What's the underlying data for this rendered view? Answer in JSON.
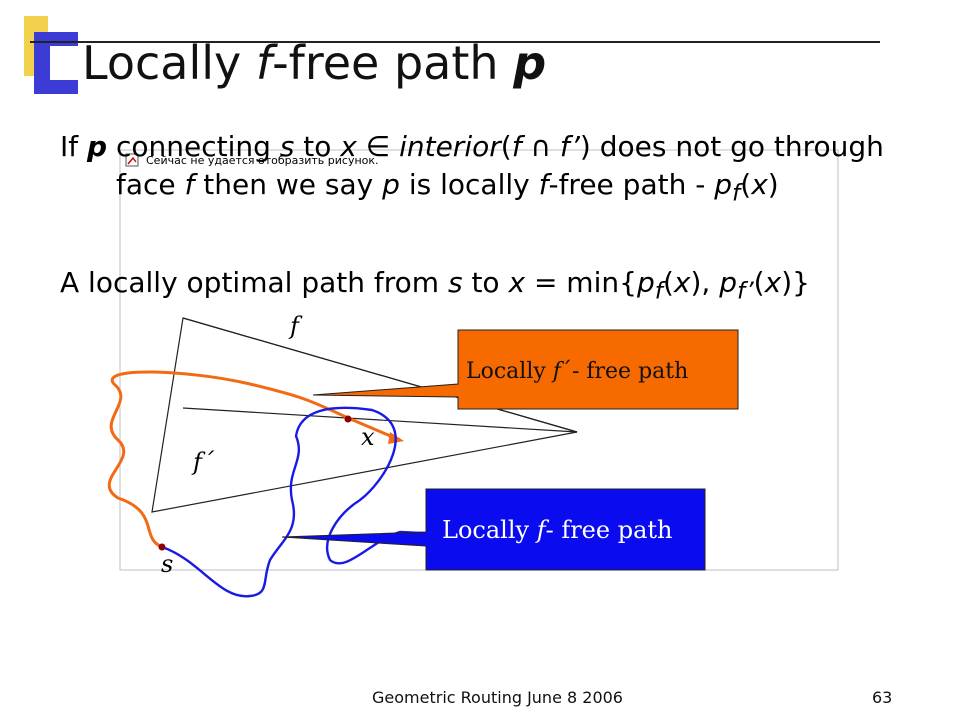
{
  "slide": {
    "title_pre": "Locally ",
    "title_f": "f",
    "title_mid": "-free path ",
    "title_p": "p"
  },
  "para1": {
    "t1": "If ",
    "t2": "p",
    "t3": " connecting ",
    "t4": "s",
    "t5": " to ",
    "t6": "x",
    "t7": " ∈ ",
    "t8": "interior",
    "t9": "(",
    "t10": "f",
    "t11": " ∩ ",
    "t12": "f’",
    "t13": ")  does not go through face ",
    "t14": "f",
    "t15": " then we say ",
    "t16": "p",
    "t17": " is locally ",
    "t18": "f",
    "t19": "-free path - ",
    "t20": "p",
    "t21": "f",
    "t22": "(",
    "t23": "x",
    "t24": ")"
  },
  "para2": {
    "t1": "A locally optimal path from ",
    "t2": "s",
    "t3": " to ",
    "t4": "x",
    "t5": " = min{",
    "t6": "p",
    "t7": "f",
    "t8": "(",
    "t9": "x",
    "t10": "), ",
    "t11": "p",
    "t12": "f’",
    "t13": "(",
    "t14": "x",
    "t15": ")}"
  },
  "figure": {
    "broken_image_text": "Сейчас не удается отобразить рисунок.",
    "label_f": "f",
    "label_f_prime": "f´",
    "label_x": "x",
    "label_s": "s",
    "callout_orange_text": "Locally f´- free path",
    "callout_orange_pre": "Locally ",
    "callout_orange_f": "f",
    "callout_orange_post": "´- free path",
    "callout_blue_pre": "Locally ",
    "callout_blue_f": "f",
    "callout_blue_post": "- free path",
    "colors": {
      "orange": "#f26a14",
      "blue": "#1a1ae6",
      "callout_orange_fill": "#f76a00",
      "callout_blue_fill": "#0b0bf0",
      "dark_red_dot": "#8b0000"
    }
  },
  "footer": {
    "center": "Geometric Routing  June 8 2006",
    "page": "63"
  }
}
